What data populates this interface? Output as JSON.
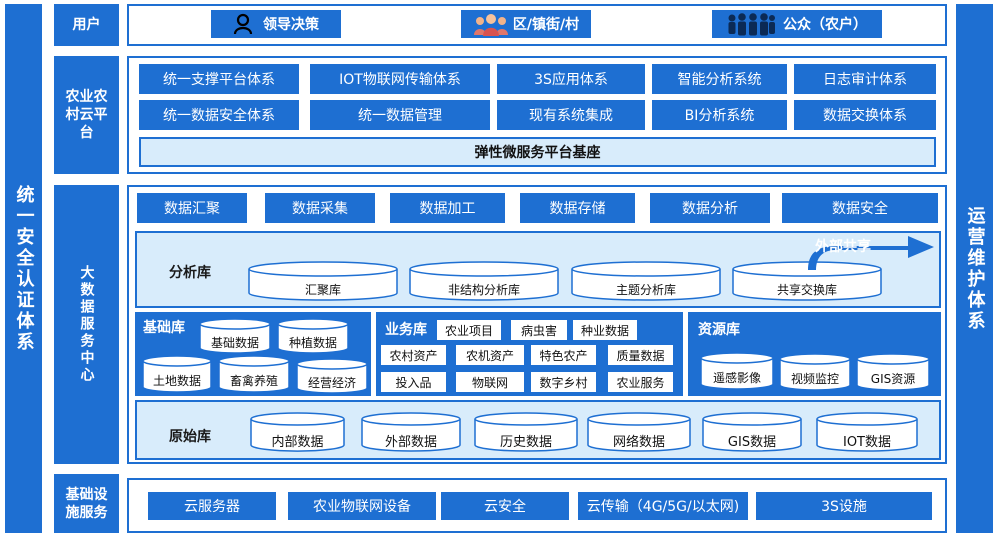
{
  "left_bar": "统一安全认证体系",
  "right_bar": "运营维护体系",
  "users": {
    "label": "用户",
    "items": [
      {
        "label": "领导决策",
        "icon": "person-icon"
      },
      {
        "label": "区/镇街/村",
        "icon": "group-icon"
      },
      {
        "label": "公众（农户）",
        "icon": "crowd-icon"
      }
    ]
  },
  "cloud": {
    "label": "农业农村云平台",
    "row1": [
      "统一支撑平台体系",
      "IOT物联网传输体系",
      "3S应用体系",
      "智能分析系统",
      "日志审计体系"
    ],
    "row2": [
      "统一数据安全体系",
      "统一数据管理",
      "现有系统集成",
      "BI分析系统",
      "数据交换体系"
    ],
    "base": "弹性微服务平台基座"
  },
  "bigdata": {
    "label": "大数据服务中心",
    "top_row": [
      "数据汇聚",
      "数据采集",
      "数据加工",
      "数据存储",
      "数据分析",
      "数据安全"
    ],
    "analysis": {
      "title": "分析库",
      "dbs": [
        "汇聚库",
        "非结构分析库",
        "主题分析库",
        "共享交换库"
      ],
      "arrow_label": "外部共享"
    },
    "basic": {
      "title": "基础库",
      "dbs": [
        "基础数据",
        "种植数据",
        "土地数据",
        "畜禽养殖",
        "经营经济"
      ]
    },
    "business": {
      "title": "业务库",
      "tags": [
        "农业项目",
        "病虫害",
        "种业数据",
        "农村资产",
        "农机资产",
        "特色农产",
        "质量数据",
        "投入品",
        "物联网",
        "数字乡村",
        "农业服务"
      ]
    },
    "resource": {
      "title": "资源库",
      "dbs": [
        "遥感影像",
        "视频监控",
        "GIS资源"
      ]
    },
    "raw": {
      "title": "原始库",
      "dbs": [
        "内部数据",
        "外部数据",
        "历史数据",
        "网络数据",
        "GIS数据",
        "IOT数据"
      ]
    }
  },
  "infra": {
    "label": "基础设施服务",
    "items": [
      "云服务器",
      "农业物联网设备",
      "云安全",
      "云传输（4G/5G/以太网)",
      "3S设施"
    ]
  }
}
